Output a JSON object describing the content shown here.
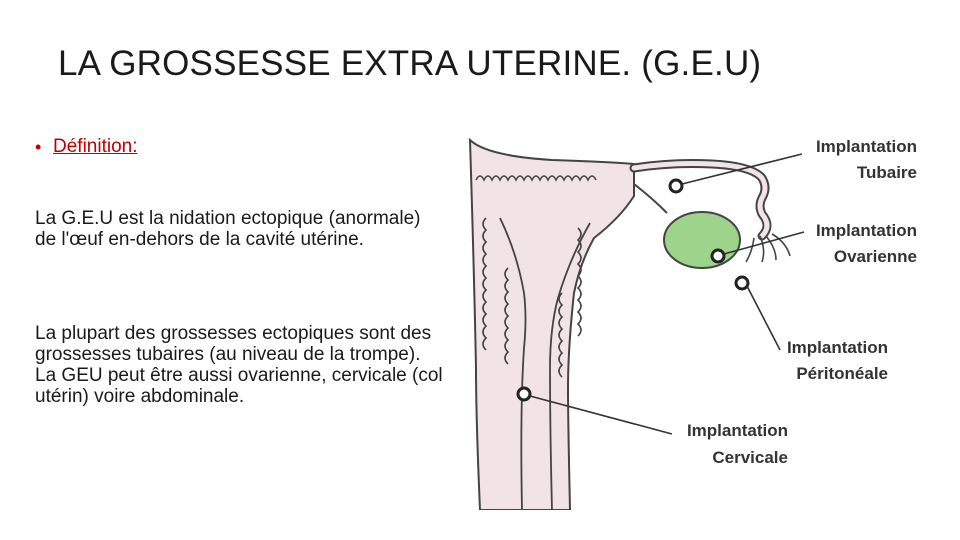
{
  "title": "LA GROSSESSE EXTRA UTERINE. (G.E.U)",
  "bullet": {
    "label": "Définition:"
  },
  "paragraphs": [
    "La G.E.U est la nidation ectopique (anormale) de l'œuf en-dehors de la cavité utérine.",
    "La plupart des grossesses ectopiques sont des grossesses tubaires (au niveau de la trompe). La GEU peut être aussi ovarienne, cervicale (col utérin) voire abdominale."
  ],
  "diagram": {
    "labels": {
      "tubaire": [
        "Implantation",
        "Tubaire"
      ],
      "ovarienne": [
        "Implantation",
        "Ovarienne"
      ],
      "peritoneale": [
        "Implantation",
        "Péritonéale"
      ],
      "cervicale": [
        "Implantation",
        "Cervicale"
      ]
    },
    "colors": {
      "uterus_fill": "#f2e3e6",
      "ovary_fill": "#9ed38b",
      "outline": "#444444",
      "text": "#333333",
      "accent": "#c00000"
    }
  }
}
